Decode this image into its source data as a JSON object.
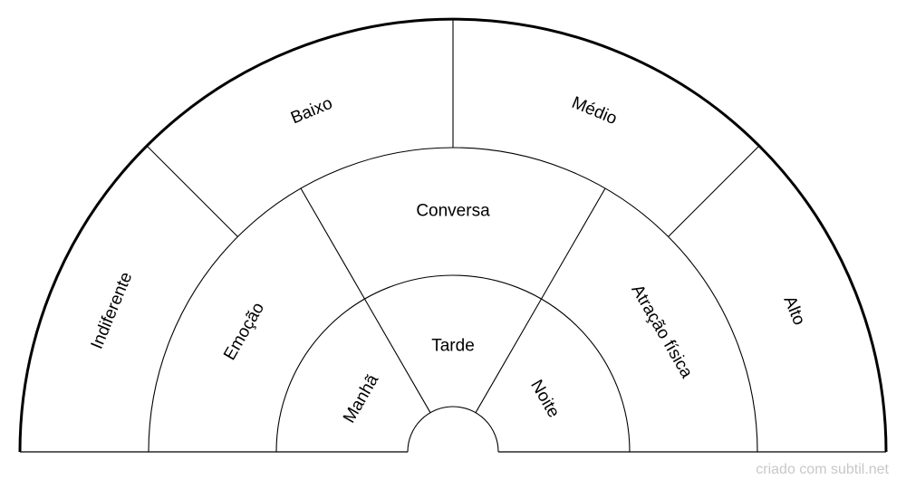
{
  "diagram": {
    "rings": [
      {
        "segments": [
          {
            "label": "Manhã"
          },
          {
            "label": "Tarde"
          },
          {
            "label": "Noite"
          }
        ]
      },
      {
        "segments": [
          {
            "label": "Emoção"
          },
          {
            "label": "Conversa"
          },
          {
            "label": "Atração física"
          }
        ]
      },
      {
        "segments": [
          {
            "label": "Indiferente"
          },
          {
            "label": "Baixo"
          },
          {
            "label": "Médio"
          },
          {
            "label": "Alto"
          }
        ]
      }
    ]
  },
  "footer": {
    "credit": "criado com subtil.net"
  },
  "colors": {
    "stroke": "#000000",
    "credit": "#c8c8c8"
  }
}
